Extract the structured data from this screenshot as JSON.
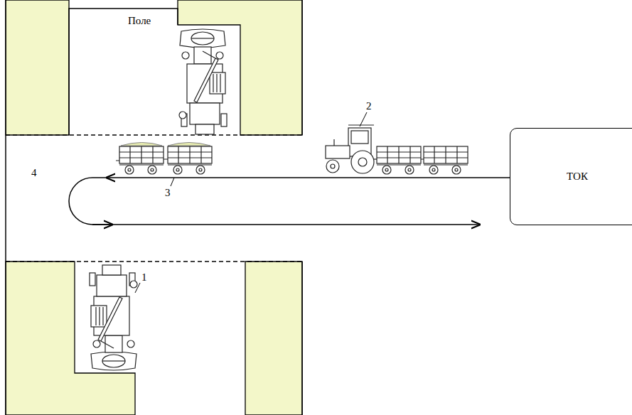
{
  "diagram": {
    "nodes": [
      {
        "text": [
          "ТОК"
        ]
      }
    ],
    "labels": [
      "Поле",
      "1",
      "2",
      "3",
      "4"
    ]
  }
}
